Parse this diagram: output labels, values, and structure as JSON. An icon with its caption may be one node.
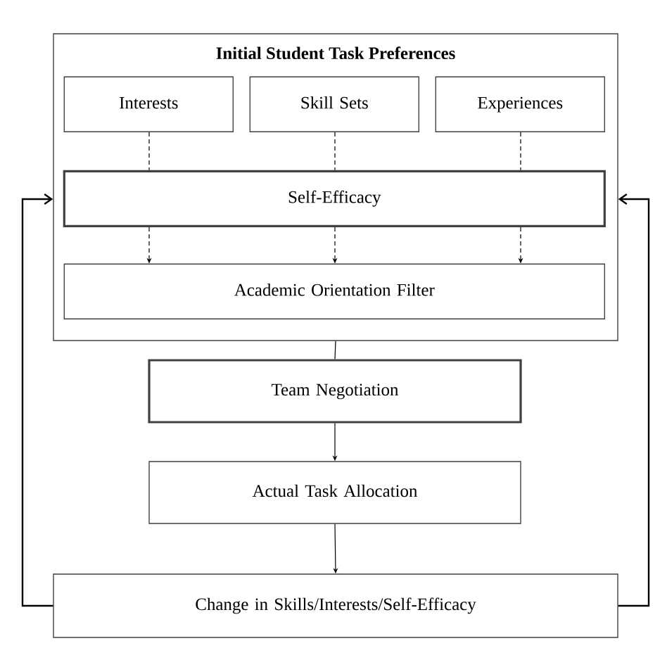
{
  "diagram": {
    "nodes": [
      {
        "text": [
          "Initial Student Task Preferences"
        ]
      },
      {
        "text": [
          "Interests"
        ],
        "in": 0
      },
      {
        "text": [
          "Skill Sets"
        ],
        "in": 0
      },
      {
        "text": [
          "Experiences"
        ],
        "in": 0
      },
      {
        "text": [
          "Self-Efficacy"
        ],
        "in": 0
      },
      {
        "text": [
          "Academic Orientation Filter"
        ],
        "in": 0
      },
      {
        "text": [
          "Team Negotiation"
        ]
      },
      {
        "text": [
          "Actual Task Allocation"
        ]
      },
      {
        "text": [
          "Change in Skills/Interests/Self-Efficacy"
        ]
      }
    ],
    "edges": [
      {
        "from": 1,
        "to": 4,
        "arrow": "none",
        "style": "dashed"
      },
      {
        "from": 2,
        "to": 4,
        "arrow": "none",
        "style": "dashed"
      },
      {
        "from": 3,
        "to": 4,
        "arrow": "none",
        "style": "dashed"
      },
      {
        "from": 4,
        "to": 5,
        "arrow": "to",
        "style": "dashed"
      },
      {
        "from": 4,
        "to": 5,
        "arrow": "to",
        "style": "dashed"
      },
      {
        "from": 4,
        "to": 5,
        "arrow": "to",
        "style": "dashed"
      },
      {
        "from": 0,
        "to": 6,
        "arrow": "none"
      },
      {
        "from": 6,
        "to": 7,
        "arrow": "to"
      },
      {
        "from": 7,
        "to": 8,
        "arrow": "to"
      },
      {
        "from": 8,
        "to": 0,
        "arrow": "to"
      },
      {
        "from": 8,
        "to": 0,
        "arrow": "to"
      }
    ]
  }
}
